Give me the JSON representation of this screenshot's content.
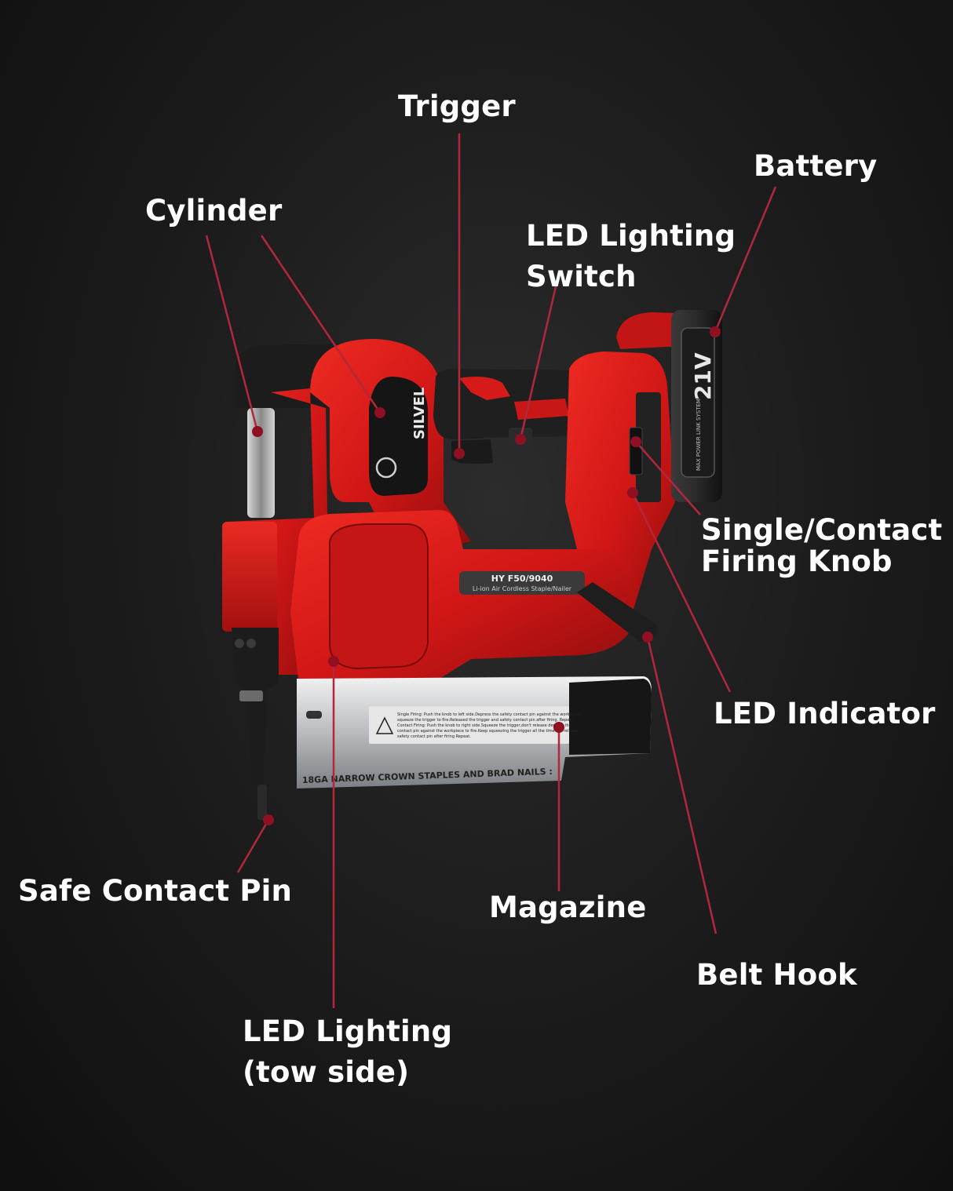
{
  "colors": {
    "background": "#161616",
    "body_red": "#d61a1a",
    "body_red_dark": "#8f0d0d",
    "grip_black": "#202020",
    "leader_line": "#b0283a",
    "label_text": "#ffffff"
  },
  "labels": {
    "trigger": "Trigger",
    "battery": "Battery",
    "cylinder": "Cylinder",
    "led_switch": "LED Lighting\nSwitch",
    "firing_knob": "Single/Contact\nFiring Knob",
    "led_indicator": "LED Indicator",
    "safe_pin": "Safe Contact Pin",
    "magazine": "Magazine",
    "belt_hook": "Belt Hook",
    "led_lighting": "LED Lighting\n(tow side)"
  },
  "product": {
    "brand": "SILVEL",
    "battery_voltage": "21V",
    "battery_side_text": "MAX POWER LINK SYSTEM",
    "model": "HY F50/9040",
    "model_desc": "Li-ion Air Cordless Staple/Nailer",
    "warning_line_1": "Single Firing: Push the knob to left side.Depress the safety contact pin against the workpiece,",
    "warning_line_2": "squeeze the trigger to fire.Released the trigger and safety contact pin after firing. Repeat.",
    "warning_line_3": "Contact Firing: Push the knob to right side.Squeeze the trigger,don't release depress the",
    "warning_line_4": "contact pin against the workpiece to fire.Keep squeezing the trigger all the time but release",
    "warning_line_5": "safety contact pin after firing Repeat.",
    "magazine_text": "18GA NARROW CROWN STAPLES AND BRAD NAILS :"
  }
}
